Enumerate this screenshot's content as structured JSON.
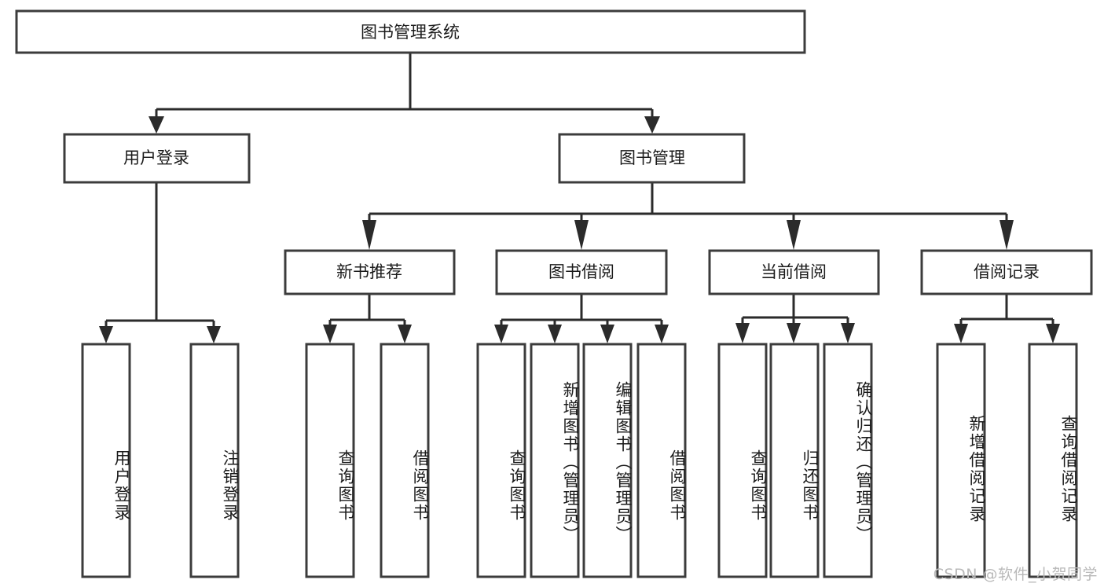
{
  "diagram": {
    "type": "tree",
    "title": "图书管理系统",
    "root": {
      "id": "root",
      "label": "图书管理系统"
    },
    "level2": [
      {
        "id": "user-login",
        "label": "用户登录"
      },
      {
        "id": "book-manage",
        "label": "图书管理"
      }
    ],
    "level3": [
      {
        "id": "new-book-rec",
        "label": "新书推荐",
        "parent": "book-manage"
      },
      {
        "id": "book-borrow",
        "label": "图书借阅",
        "parent": "book-manage"
      },
      {
        "id": "current-borrow",
        "label": "当前借阅",
        "parent": "book-manage"
      },
      {
        "id": "borrow-record",
        "label": "借阅记录",
        "parent": "book-manage"
      }
    ],
    "leaves": [
      {
        "id": "leaf-user-login",
        "label": "用户登录",
        "parent": "user-login"
      },
      {
        "id": "leaf-logout-login",
        "label": "注销登录",
        "parent": "user-login"
      },
      {
        "id": "leaf-query-book-1",
        "label": "查询图书",
        "parent": "new-book-rec"
      },
      {
        "id": "leaf-borrow-book-1",
        "label": "借阅图书",
        "parent": "new-book-rec"
      },
      {
        "id": "leaf-query-book-2",
        "label": "查询图书",
        "parent": "book-borrow"
      },
      {
        "id": "leaf-add-book",
        "label": "新增图书（管理员）",
        "parent": "book-borrow"
      },
      {
        "id": "leaf-edit-book",
        "label": "编辑图书（管理员）",
        "parent": "book-borrow"
      },
      {
        "id": "leaf-borrow-book-2",
        "label": "借阅图书",
        "parent": "book-borrow"
      },
      {
        "id": "leaf-query-book-3",
        "label": "查询图书",
        "parent": "current-borrow"
      },
      {
        "id": "leaf-return-book",
        "label": "归还图书",
        "parent": "current-borrow"
      },
      {
        "id": "leaf-confirm-return",
        "label": "确认归还（管理员）",
        "parent": "current-borrow"
      },
      {
        "id": "leaf-add-record",
        "label": "新增借阅记录",
        "parent": "borrow-record"
      },
      {
        "id": "leaf-query-record",
        "label": "查询借阅记录",
        "parent": "borrow-record"
      }
    ]
  },
  "watermark": {
    "text": "CSDN @软件_小贺同学"
  },
  "colors": {
    "box_stroke": "#3c3c3c",
    "connector": "#2b2b2b",
    "text": "#1b1b1b",
    "background": "#ffffff",
    "watermark": "#b9b9b9"
  }
}
